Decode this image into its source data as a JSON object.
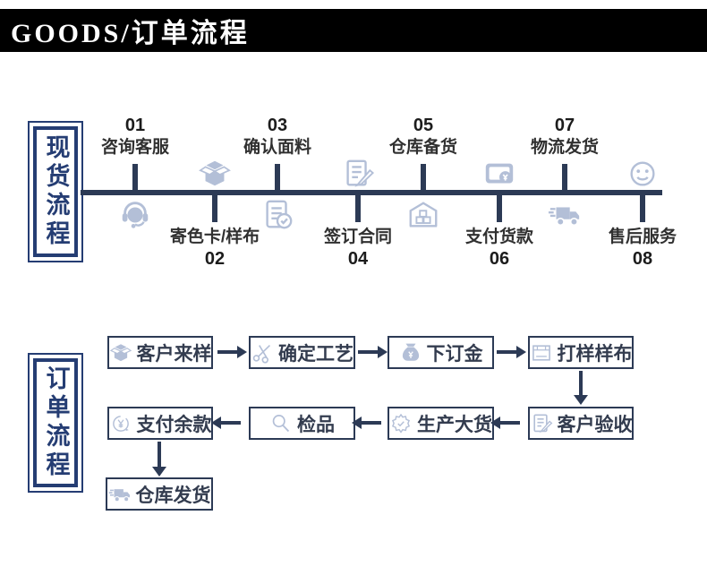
{
  "header": {
    "title": "GOODS/订单流程"
  },
  "stock_section": {
    "sidebar_title": "现货流程",
    "steps": [
      {
        "num": "01",
        "label": "咨询客服",
        "icon": "headset-icon"
      },
      {
        "num": "02",
        "label": "寄色卡/样布",
        "icon": "open-box-icon"
      },
      {
        "num": "03",
        "label": "确认面料",
        "icon": "checklist-icon"
      },
      {
        "num": "04",
        "label": "签订合同",
        "icon": "document-pen-icon"
      },
      {
        "num": "05",
        "label": "仓库备货",
        "icon": "warehouse-icon"
      },
      {
        "num": "06",
        "label": "支付货款",
        "icon": "card-payment-icon"
      },
      {
        "num": "07",
        "label": "物流发货",
        "icon": "truck-icon"
      },
      {
        "num": "08",
        "label": "售后服务",
        "icon": "smiley-icon"
      }
    ]
  },
  "order_section": {
    "sidebar_title": "订单流程",
    "row1": [
      {
        "label": "客户来样",
        "icon": "open-box-icon"
      },
      {
        "label": "确定工艺",
        "icon": "scissors-icon"
      },
      {
        "label": "下订金",
        "icon": "money-bag-icon"
      },
      {
        "label": "打样样布",
        "icon": "fabric-swatch-icon"
      }
    ],
    "row2": [
      {
        "label": "支付余款",
        "icon": "yen-refund-icon"
      },
      {
        "label": "检品",
        "icon": "magnifier-icon"
      },
      {
        "label": "生产大货",
        "icon": "gear-check-icon"
      },
      {
        "label": "客户验收",
        "icon": "document-pen-icon"
      }
    ],
    "row3": [
      {
        "label": "仓库发货",
        "icon": "truck-icon"
      }
    ],
    "flow": {
      "row1_direction": "right",
      "row2_direction": "left"
    }
  },
  "colors": {
    "navy_dark": "#2c3a55",
    "navy_blue": "#253d73",
    "icon_light": "#b3bfd7",
    "header_bg": "#000000",
    "header_text": "#ffffff",
    "text_dark": "#303030"
  }
}
